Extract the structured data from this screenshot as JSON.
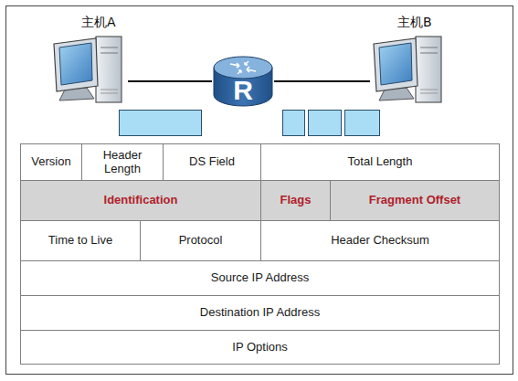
{
  "diagram": {
    "nodes": [
      {
        "text": [
          "主机A"
        ]
      },
      {
        "text": [
          "R"
        ]
      },
      {
        "text": [
          "主机B"
        ]
      }
    ],
    "edges": [
      {
        "from": 0,
        "to": 1,
        "arrow": "none"
      },
      {
        "from": 1,
        "to": 2,
        "arrow": "none"
      }
    ],
    "labels": [
      "Version",
      "Header Length",
      "DS Field",
      "Total Length",
      "Identification",
      "Flags",
      "Fragment Offset",
      "Time to Live",
      "Protocol",
      "Header Checksum",
      "Source IP Address",
      "Destination IP Address",
      "IP Options"
    ]
  }
}
